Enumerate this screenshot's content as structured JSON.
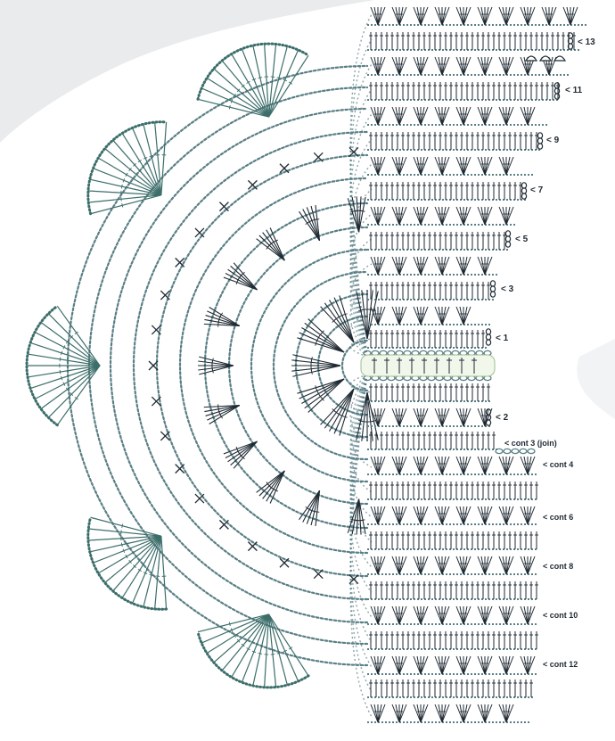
{
  "diagram": {
    "colors": {
      "ink": "#1f2a33",
      "teal": "#3c6e6a",
      "chain": "#5a7f86",
      "shade": "#e3e6e8"
    },
    "row_labels": {
      "r13": "< 13",
      "r11": "< 11",
      "r9": "< 9",
      "r7": "< 7",
      "r5": "< 5",
      "r3": "< 3",
      "r1": "< 1",
      "r2": "< 2",
      "r3join": "< cont 3 (join)",
      "c4": "< cont 4",
      "c6": "< cont 6",
      "c8": "< cont 8",
      "c10": "< cont 10",
      "c12": "< cont 12"
    }
  }
}
